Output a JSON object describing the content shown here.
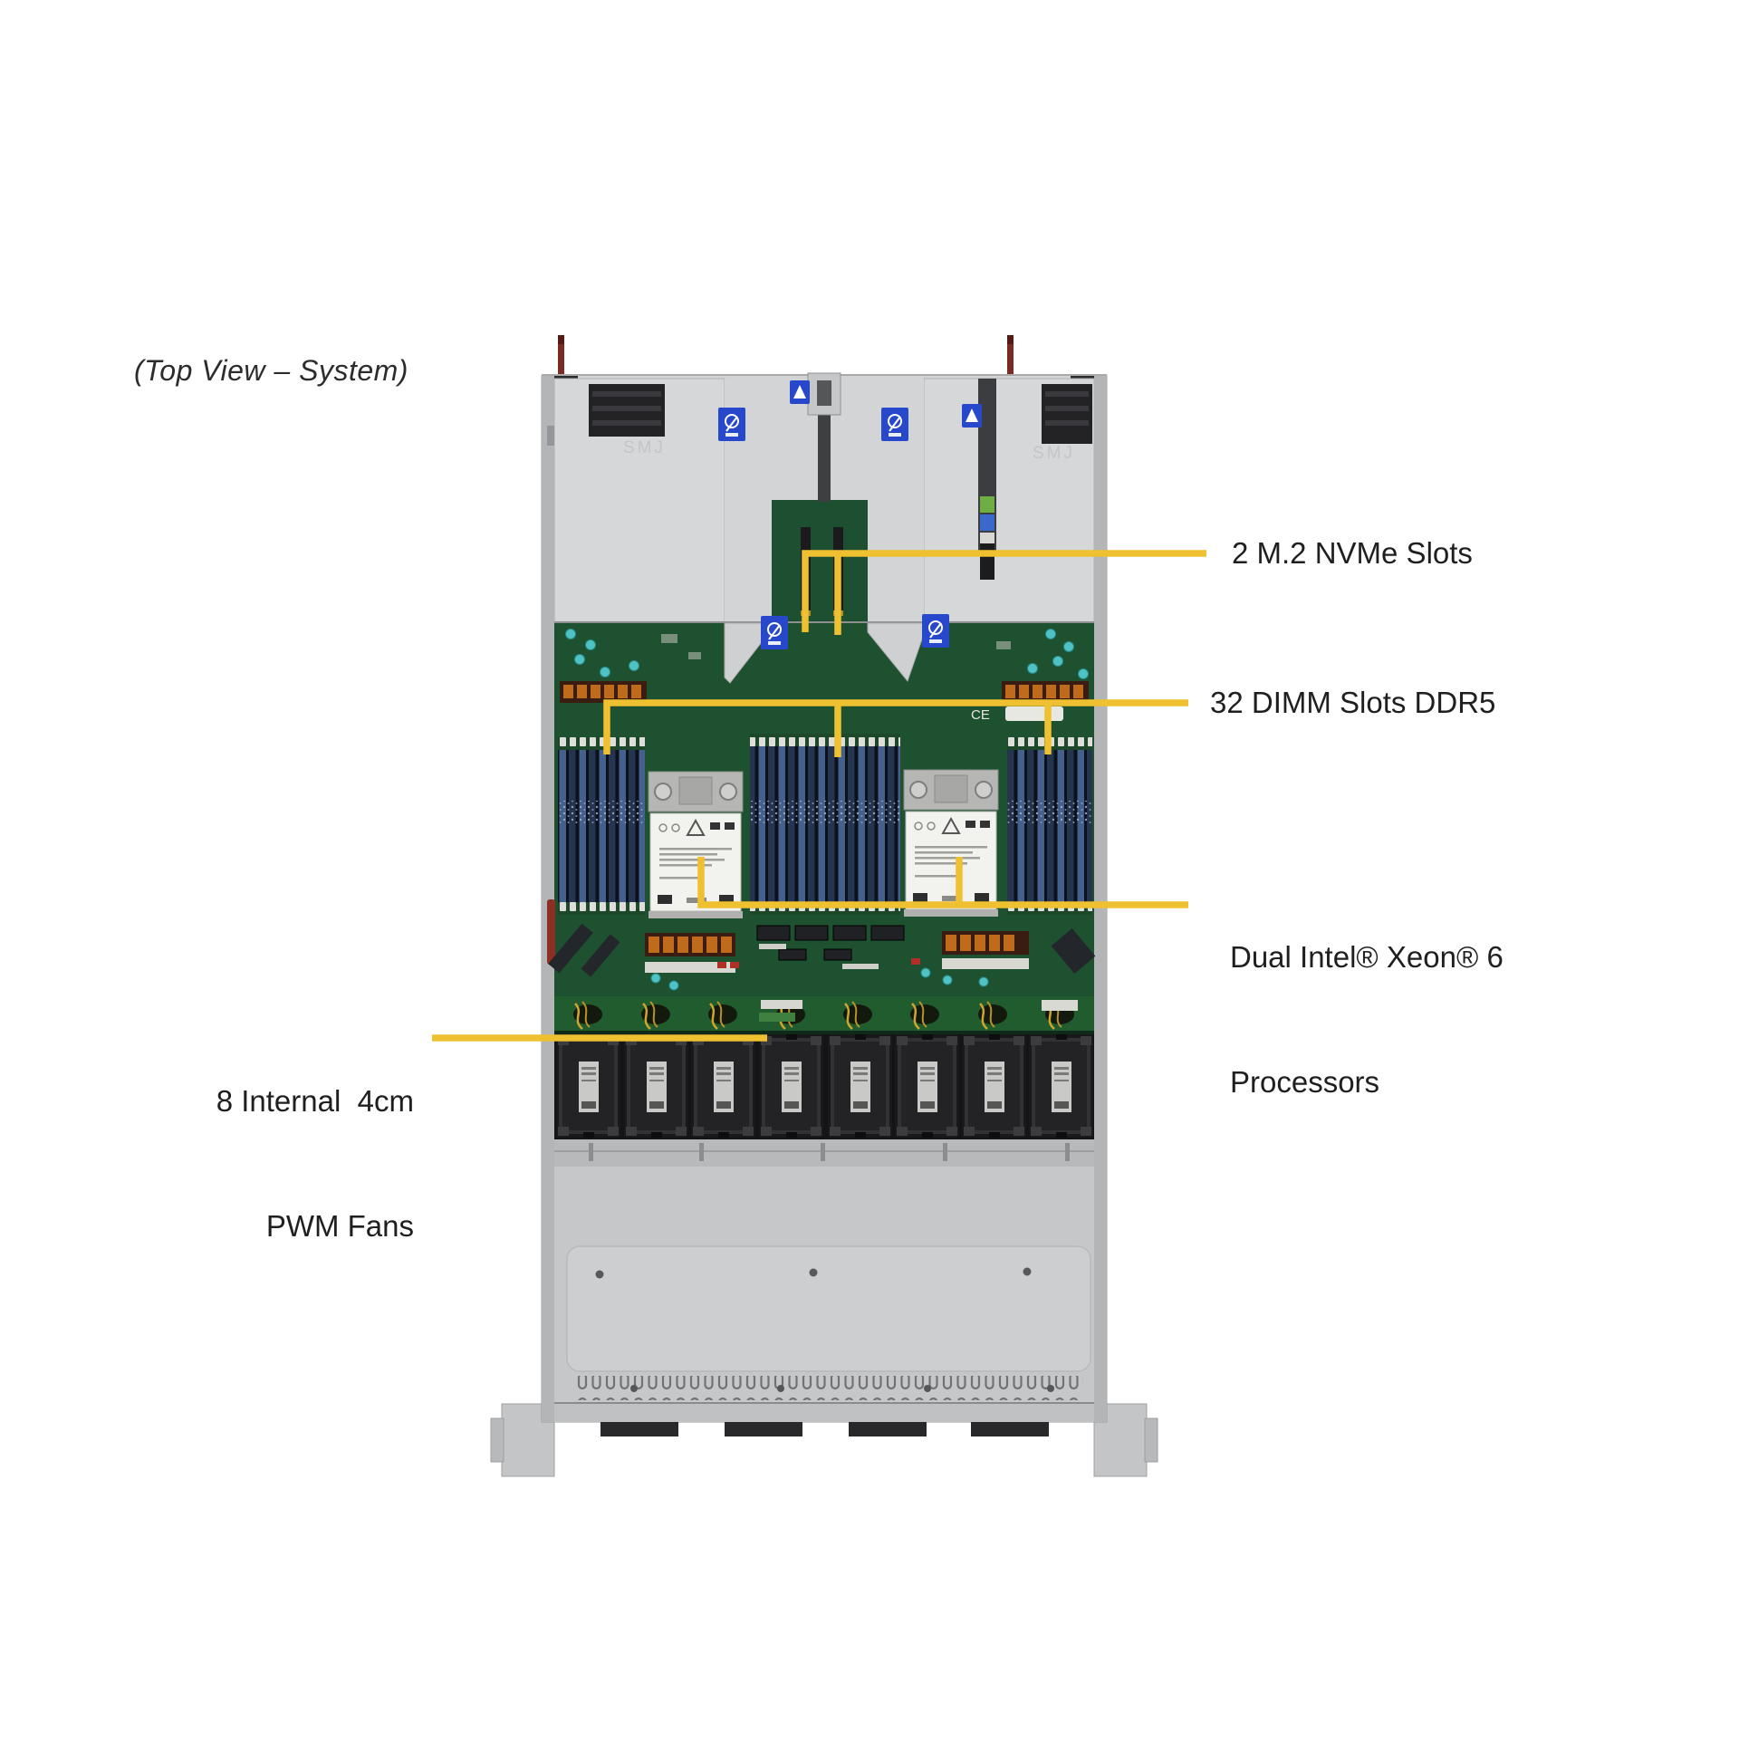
{
  "title": "(Top View – System)",
  "callouts": {
    "m2": {
      "label": "2 M.2 NVMe Slots"
    },
    "dimm": {
      "label": "32 DIMM Slots DDR5"
    },
    "cpu": {
      "line1": "Dual Intel® Xeon® 6",
      "line2": "Processors"
    },
    "fans": {
      "line1": "8 Internal  4cm",
      "line2": "PWM Fans"
    }
  },
  "chassis_markings": {
    "psu_embossed": "SMJ",
    "ce_mark": "CE"
  },
  "colors": {
    "background": "#FFFFFF",
    "callout_line": "#EFC02F",
    "label_text": "#1F1F1F",
    "chassis_grey": "#C9CACC",
    "motherboard_green": "#1E5130",
    "dimm_blue": "#44608E",
    "fan_black": "#1A1A1C",
    "psu_label_blue": "#2848CC",
    "latch_pin_red": "#7D2A24"
  }
}
